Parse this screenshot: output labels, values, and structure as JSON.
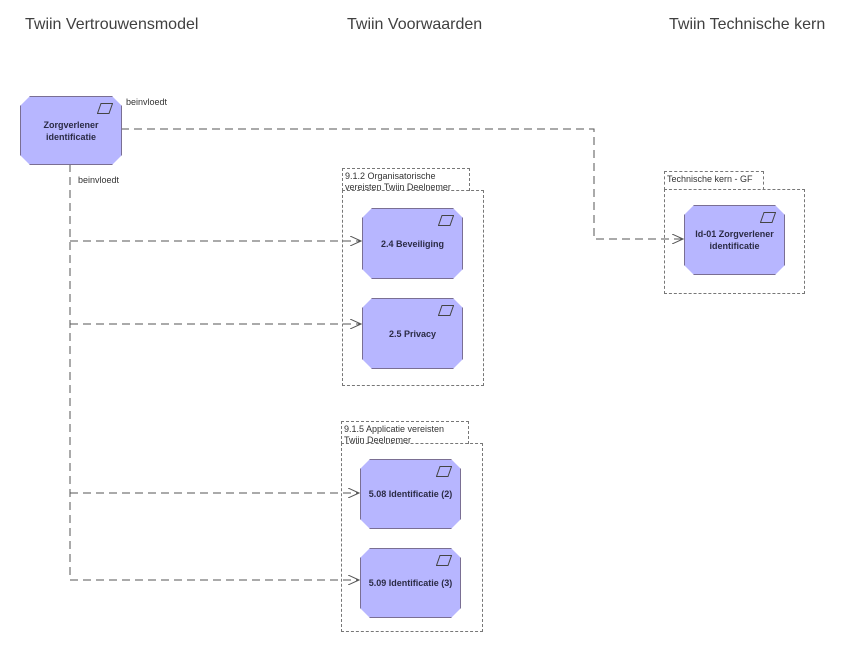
{
  "columns": {
    "left": "Twiin Vertrouwensmodel",
    "middle": "Twiin Voorwaarden",
    "right": "Twiin Technische kern"
  },
  "colors": {
    "element_fill": "#b7b6ff",
    "element_border": "#7a6f93",
    "connector": "#555555"
  },
  "packages": {
    "organisatorisch": "9.1.2 Organisatorische vereisten Twiin Deelnemer",
    "applicatie": "9.1.5 Applicatie vereisten Twiin Deelnemer",
    "technische_kern": "Technische kern - GF"
  },
  "elements": {
    "zorgverlener": "Zorgverlener identificatie",
    "beveiliging": "2.4 Beveiliging",
    "privacy": "2.5 Privacy",
    "identificatie_2": "5.08 Identificatie (2)",
    "identificatie_3": "5.09 Identificatie (3)",
    "id01": "Id-01 Zorgverlener identificatie"
  },
  "connector_labels": {
    "right": "beinvloedt",
    "down": "beinvloedt"
  }
}
